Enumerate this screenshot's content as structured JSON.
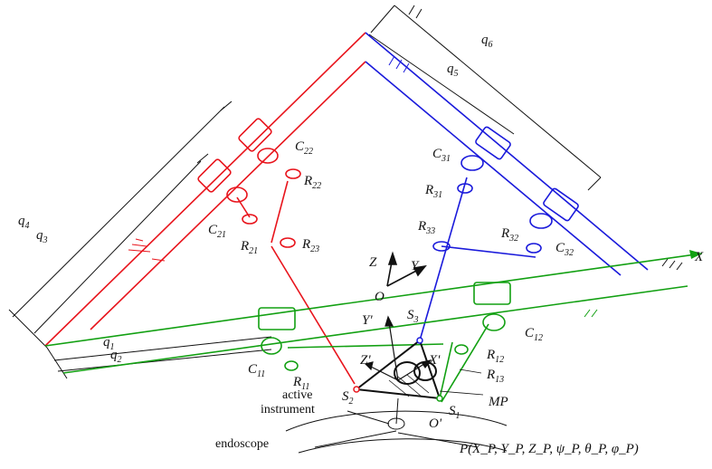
{
  "colors": {
    "red_chain": "#e8141c",
    "blue_chain": "#1a1adb",
    "green_chain": "#12a012",
    "frame": "#111111",
    "background": "#ffffff"
  },
  "labels": {
    "q1": "q",
    "q1_sub": "1",
    "q2": "q",
    "q2_sub": "2",
    "q3": "q",
    "q3_sub": "3",
    "q4": "q",
    "q4_sub": "4",
    "q5": "q",
    "q5_sub": "5",
    "q6": "q",
    "q6_sub": "6",
    "C11": "C",
    "C11_sub": "11",
    "C12": "C",
    "C12_sub": "12",
    "C21": "C",
    "C21_sub": "21",
    "C22": "C",
    "C22_sub": "22",
    "C31": "C",
    "C31_sub": "31",
    "C32": "C",
    "C32_sub": "32",
    "R11": "R",
    "R11_sub": "11",
    "R12": "R",
    "R12_sub": "12",
    "R13": "R",
    "R13_sub": "13",
    "R21": "R",
    "R21_sub": "21",
    "R22": "R",
    "R22_sub": "22",
    "R23": "R",
    "R23_sub": "23",
    "R31": "R",
    "R31_sub": "31",
    "R32": "R",
    "R32_sub": "32",
    "R33": "R",
    "R33_sub": "33",
    "S1": "S",
    "S1_sub": "1",
    "S2": "S",
    "S2_sub": "2",
    "S3": "S",
    "S3_sub": "3",
    "axis_X": "X",
    "axis_Y": "Y",
    "axis_Z": "Z",
    "origin_O": "O",
    "axis_Xp": "X'",
    "axis_Yp": "Y'",
    "axis_Zp": "Z'",
    "origin_Op": "O'",
    "MP": "MP",
    "active_instrument_line1": "active",
    "active_instrument_line2": "instrument",
    "endoscope": "endoscope",
    "pose": "P(X",
    "pose_full": "P(X_P, Y_P, Z_P, ψ_P, θ_P, φ_P)"
  }
}
